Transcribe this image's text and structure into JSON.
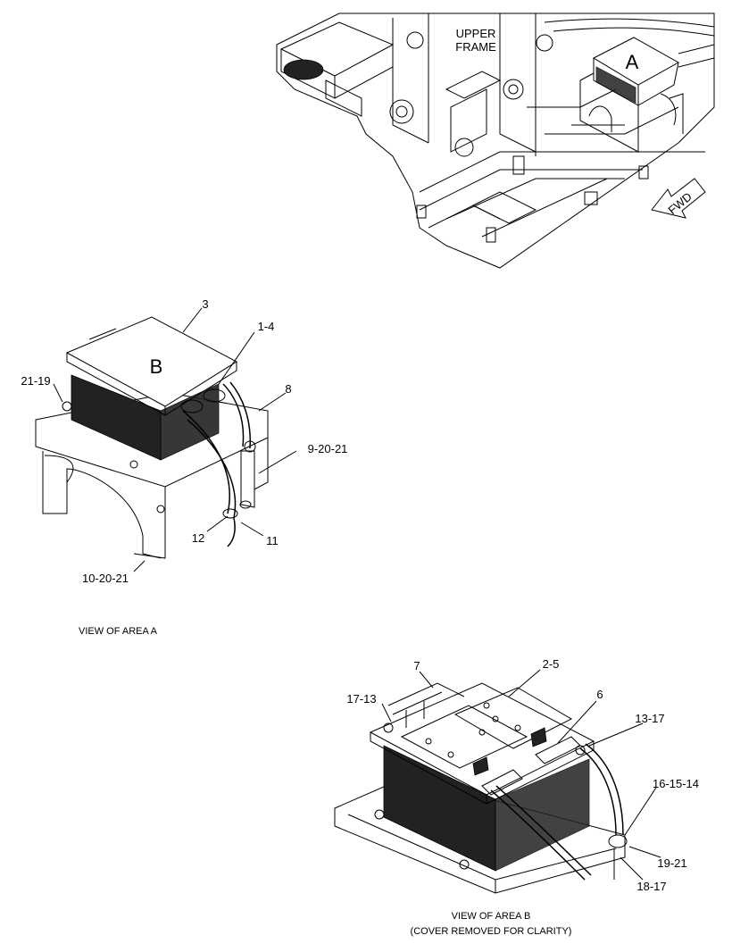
{
  "upper_frame_label_line1": "UPPER",
  "upper_frame_label_line2": "FRAME",
  "area_a_marker": "A",
  "fwd_label": "FWD",
  "area_b_marker": "B",
  "view_a": {
    "callouts": {
      "c3": "3",
      "c1_4": "1-4",
      "c8": "8",
      "c21_19": "21-19",
      "c9_20_21": "9-20-21",
      "c12": "12",
      "c11": "11",
      "c10_20_21": "10-20-21"
    },
    "caption": "VIEW OF AREA A"
  },
  "view_b": {
    "callouts": {
      "c7": "7",
      "c2_5": "2-5",
      "c17_13": "17-13",
      "c6": "6",
      "c13_17": "13-17",
      "c16_15_14": "16-15-14",
      "c19_21": "19-21",
      "c18_17": "18-17"
    },
    "caption_line1": "VIEW OF AREA B",
    "caption_line2": "(COVER REMOVED FOR CLARITY)"
  }
}
